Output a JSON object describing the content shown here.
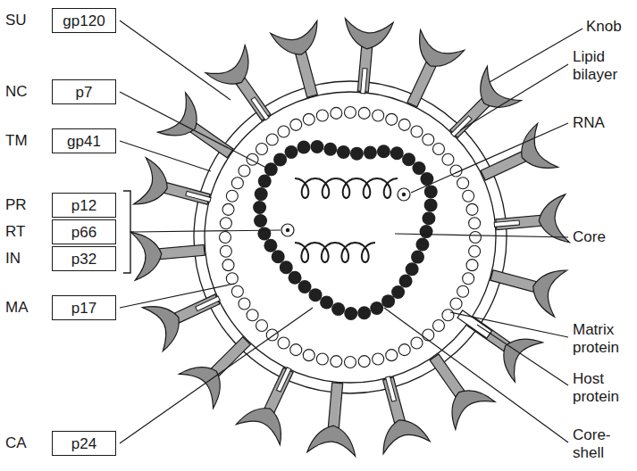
{
  "diagram": {
    "nodes": [
      {
        "text": [
          "SU",
          "gp120"
        ]
      },
      {
        "text": [
          "NC",
          "p7"
        ]
      },
      {
        "text": [
          "TM",
          "gp41"
        ]
      },
      {
        "text": [
          "PR",
          "p12"
        ]
      },
      {
        "text": [
          "RT",
          "p66"
        ]
      },
      {
        "text": [
          "IN",
          "p32"
        ]
      },
      {
        "text": [
          "MA",
          "p17"
        ]
      },
      {
        "text": [
          "CA",
          "p24"
        ]
      }
    ],
    "labels": [
      "Knob",
      "Lipid bilayer",
      "RNA",
      "Core",
      "Matrix protein",
      "Host protein",
      "Core-shell"
    ]
  }
}
